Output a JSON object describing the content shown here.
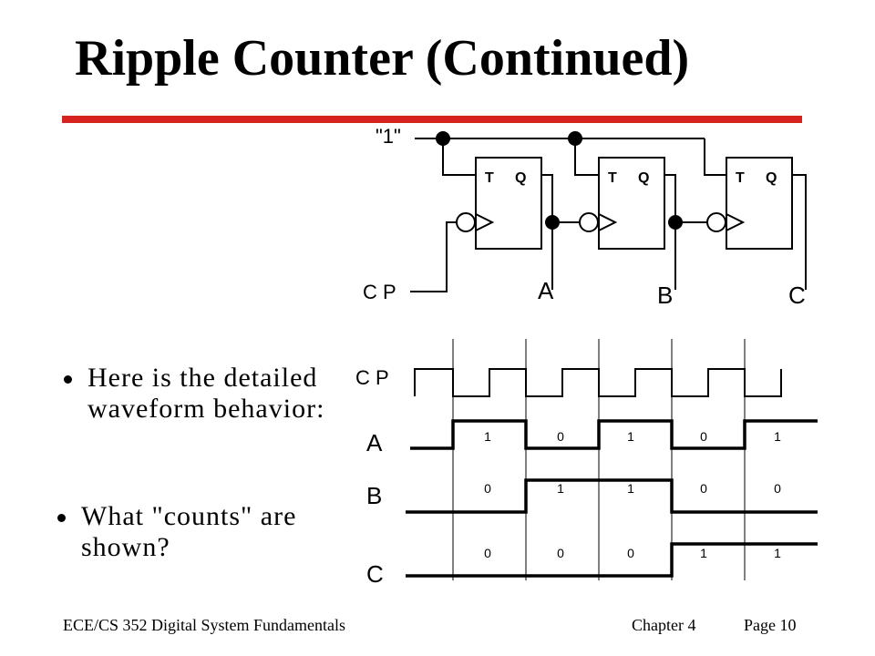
{
  "slide": {
    "title": "Ripple Counter (Continued)",
    "accent_color": "#d6231f",
    "bullets": [
      {
        "line1": "Here is the detailed",
        "line2": "waveform behavior:"
      },
      {
        "line1": "What \"counts\" are",
        "line2": "shown?"
      }
    ],
    "footer": {
      "course": "ECE/CS 352  Digital System Fundamentals",
      "chapter": "Chapter 4",
      "page": "Page 10"
    }
  },
  "circuit": {
    "one_label": "\"1\"",
    "cp_label": "C P",
    "flipflop_t": "T",
    "flipflop_q": "Q",
    "outputs": [
      "A",
      "B",
      "C"
    ]
  },
  "waveform": {
    "cp_label": "C P",
    "signals": [
      {
        "name": "A",
        "values": [
          "1",
          "0",
          "1",
          "0",
          "1"
        ]
      },
      {
        "name": "B",
        "values": [
          "0",
          "1",
          "1",
          "0",
          "0"
        ]
      },
      {
        "name": "C",
        "values": [
          "0",
          "0",
          "0",
          "1",
          "1"
        ]
      }
    ]
  }
}
